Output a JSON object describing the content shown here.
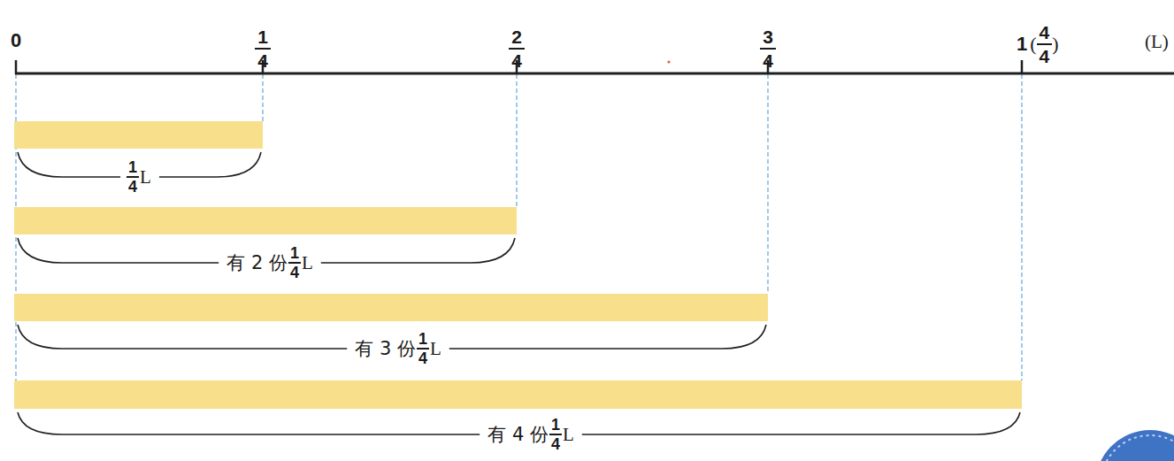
{
  "diagram": {
    "labels": [
      "0",
      "1",
      "4",
      "2",
      "4",
      "3",
      "4",
      "1",
      "(",
      "4",
      "4",
      ")",
      "(L)",
      "1",
      "4",
      "L",
      "有 2 份",
      "1",
      "4",
      "L",
      "有 3 份",
      "1",
      "4",
      "L",
      "有 4 份",
      "1",
      "4",
      "L"
    ]
  }
}
